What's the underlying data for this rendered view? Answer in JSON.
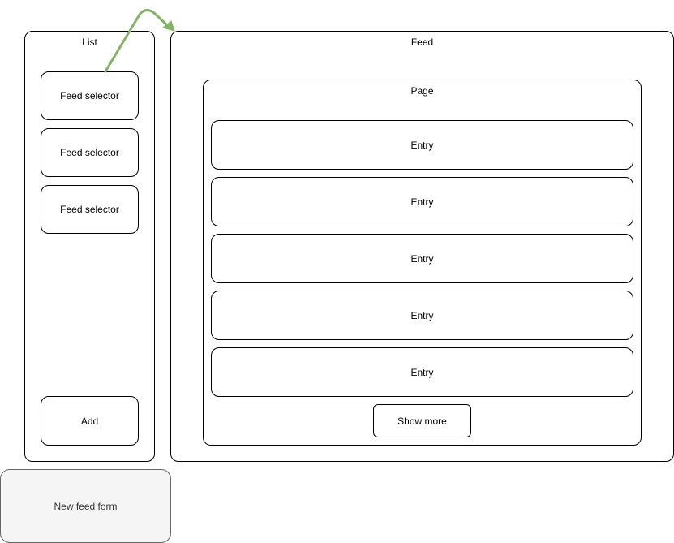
{
  "list": {
    "title": "List",
    "selectors": [
      "Feed selector",
      "Feed selector",
      "Feed selector"
    ],
    "add_label": "Add"
  },
  "feed": {
    "title": "Feed",
    "page": {
      "title": "Page",
      "entries": [
        "Entry",
        "Entry",
        "Entry",
        "Entry",
        "Entry"
      ],
      "show_more_label": "Show more"
    }
  },
  "new_feed_form": {
    "label": "New feed form"
  },
  "colors": {
    "arrow": "#82b366",
    "form_fill": "#f5f5f5",
    "form_stroke": "#666666",
    "stroke": "#000000"
  }
}
